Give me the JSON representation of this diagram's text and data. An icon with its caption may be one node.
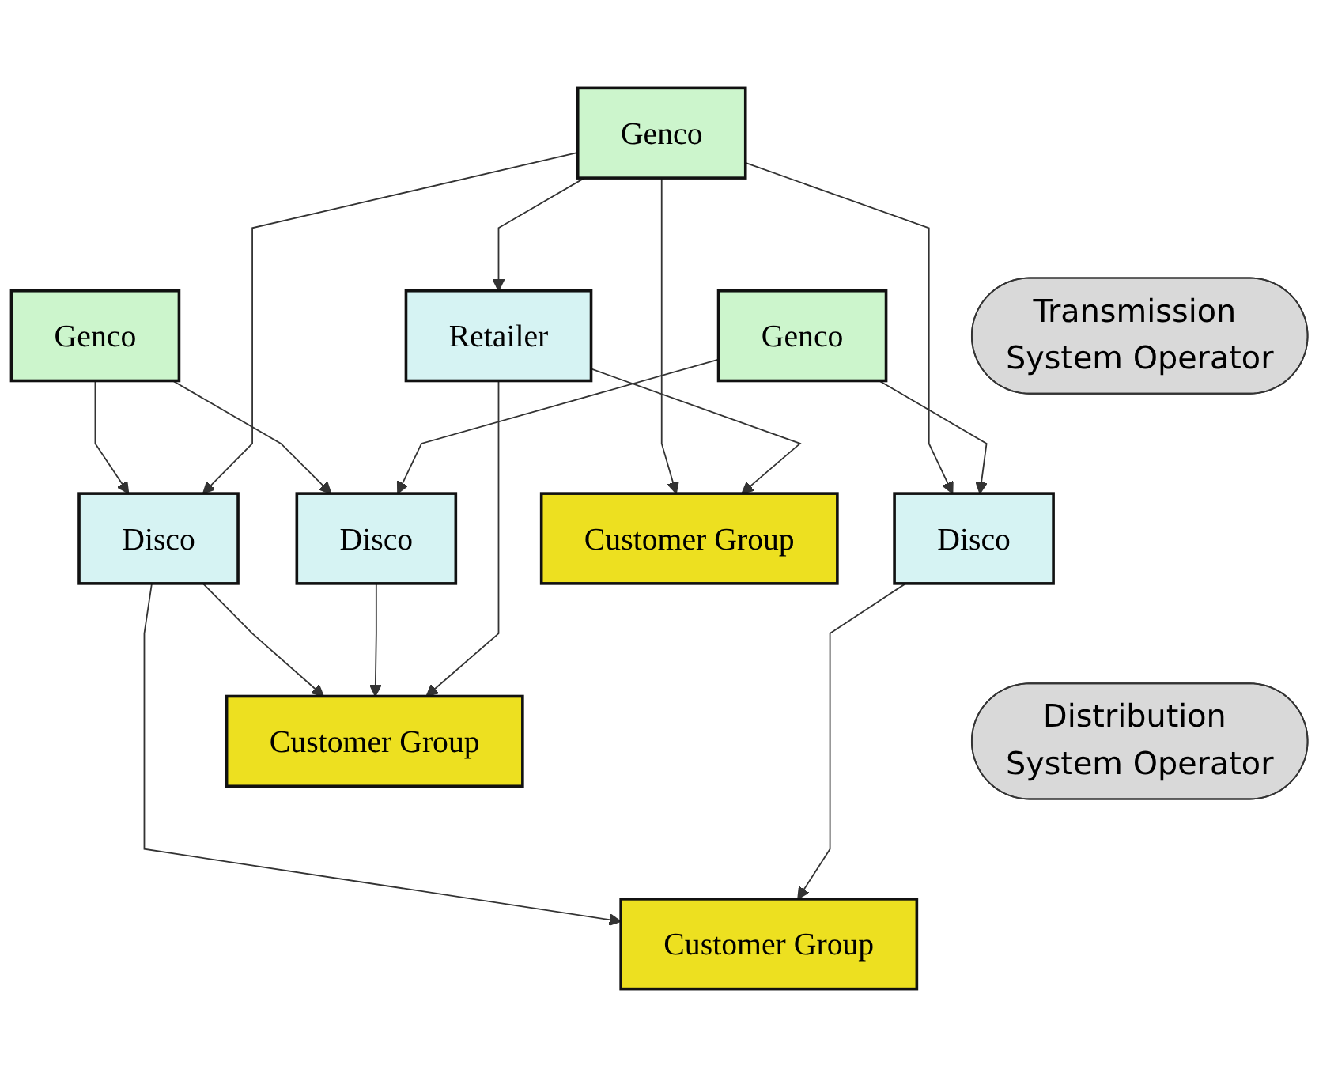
{
  "diagram": {
    "nodes": [
      {
        "text": [
          "Genco"
        ]
      },
      {
        "text": [
          "Genco"
        ]
      },
      {
        "text": [
          "Genco"
        ]
      },
      {
        "text": [
          "Transmission System Operator"
        ]
      },
      {
        "text": [
          "Disco"
        ]
      },
      {
        "text": [
          "Disco"
        ]
      },
      {
        "text": [
          "Disco"
        ]
      },
      {
        "text": [
          "Retailer"
        ]
      },
      {
        "text": [
          "Distribution System Operator"
        ]
      },
      {
        "text": [
          "Customer Group"
        ]
      },
      {
        "text": [
          "Customer Group"
        ]
      },
      {
        "text": [
          "Customer Group"
        ]
      }
    ],
    "edges": [
      {
        "from": 0,
        "to": 4,
        "arrow": "to"
      },
      {
        "from": 0,
        "to": 6,
        "arrow": "to"
      },
      {
        "from": 1,
        "to": 4,
        "arrow": "to"
      },
      {
        "from": 1,
        "to": 5,
        "arrow": "to"
      },
      {
        "from": 1,
        "to": 11,
        "arrow": "to"
      },
      {
        "from": 1,
        "to": 7,
        "arrow": "to"
      },
      {
        "from": 2,
        "to": 5,
        "arrow": "to"
      },
      {
        "from": 2,
        "to": 6,
        "arrow": "to"
      },
      {
        "from": 4,
        "to": 9,
        "arrow": "to"
      },
      {
        "from": 4,
        "to": 10,
        "arrow": "to"
      },
      {
        "from": 5,
        "to": 10,
        "arrow": "to"
      },
      {
        "from": 6,
        "to": 9,
        "arrow": "to"
      },
      {
        "from": 7,
        "to": 9,
        "arrow": "to"
      },
      {
        "from": 7,
        "to": 11,
        "arrow": "to"
      }
    ]
  }
}
